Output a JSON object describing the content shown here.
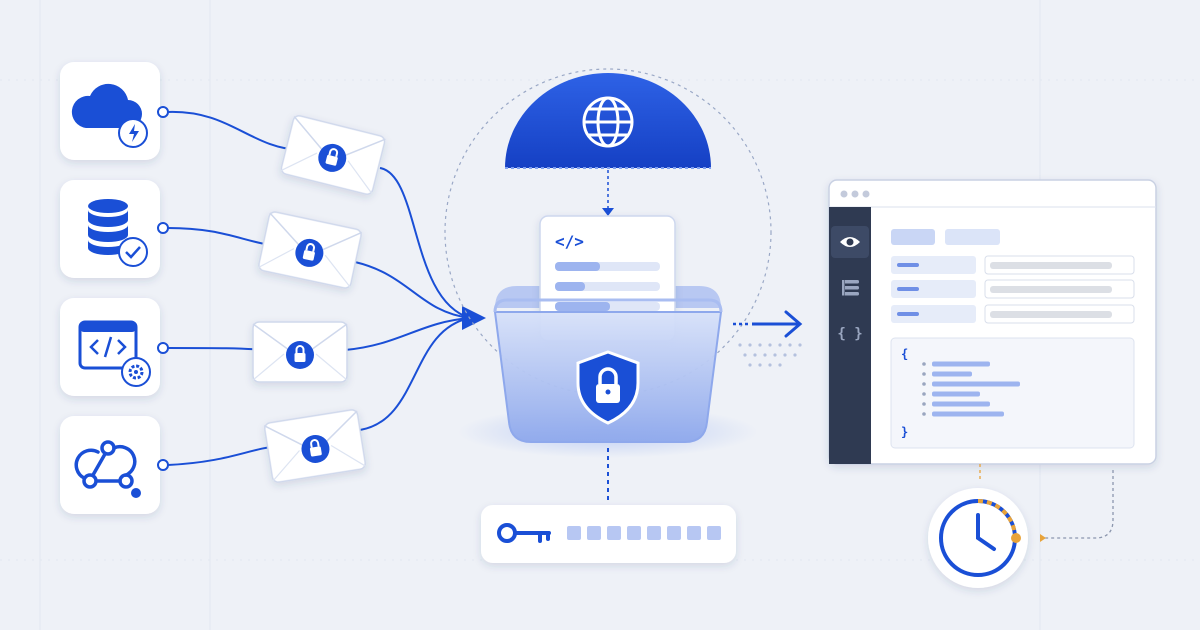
{
  "sources": [
    {
      "name": "cloud-source",
      "icon": "cloud-icon",
      "badge": "lightning-badge-icon"
    },
    {
      "name": "database-source",
      "icon": "database-icon",
      "badge": "checkmark-badge-icon"
    },
    {
      "name": "code-window-source",
      "icon": "code-window-icon",
      "badge": "gear-badge-icon"
    },
    {
      "name": "webhook-source",
      "icon": "webhook-icon",
      "badge": ""
    }
  ],
  "envelopes": [
    {
      "name": "encrypted-envelope-1",
      "icon": "lock-icon"
    },
    {
      "name": "encrypted-envelope-2",
      "icon": "lock-icon"
    },
    {
      "name": "encrypted-envelope-3",
      "icon": "lock-icon"
    },
    {
      "name": "encrypted-envelope-4",
      "icon": "lock-icon"
    }
  ],
  "center": {
    "dome_icon": "globe-icon",
    "document_code": "</>",
    "bin_icon": "shield-lock-icon"
  },
  "key_field": {
    "icon": "key-icon",
    "masked_segments": 8
  },
  "viewer": {
    "sidebar_icons": [
      "eye-icon",
      "list-icon",
      "braces-icon"
    ],
    "sidebar_brace_text": "{ }",
    "json_open": "{",
    "json_close": "}",
    "json_lines": 6
  },
  "timer": {
    "icon": "clock-icon"
  },
  "colors": {
    "accent": "#1a4fd6",
    "accent_light": "#c9d6f5",
    "background": "#eef1f7",
    "card": "#ffffff",
    "sidebar": "#2f3a52",
    "timer_accent": "#e8a33a"
  }
}
